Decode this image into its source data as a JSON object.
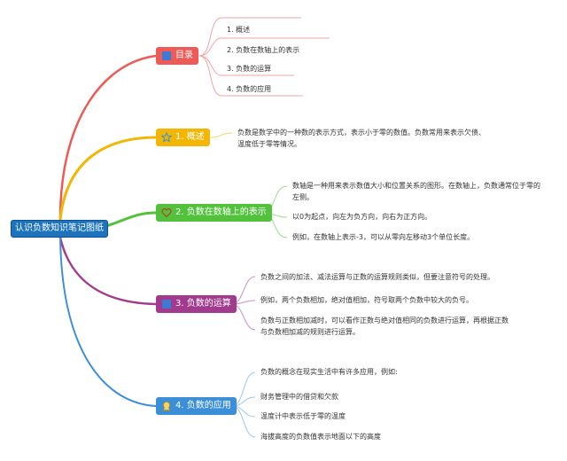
{
  "central": {
    "title": "认识负数知识笔记图纸"
  },
  "branches": [
    {
      "key": "toc",
      "title": "目录",
      "color": "#ee5a55",
      "icon": "square-icon",
      "leaves": [
        "1. 概述",
        "2. 负数在数轴上的表示",
        "3. 负数的运算",
        "4. 负数的应用"
      ]
    },
    {
      "key": "overview",
      "title": "1. 概述",
      "color": "#f2b705",
      "icon": "star-icon",
      "leaves": [
        "负数是数学中的一种数的表示方式，表示小于零的数值。负数常用来表示欠债、",
        "温度低于零等情况。"
      ]
    },
    {
      "key": "numberline",
      "title": "2. 负数在数轴上的表示",
      "color": "#52c23d",
      "icon": "heart-icon",
      "leaves": [
        "数轴是一种用来表示数值大小和位置关系的图形。在数轴上，负数通常位于零的",
        "左侧。",
        "以0为起点，向左为负方向，向右为正方向。",
        "例如，在数轴上表示-3，可以从零向左移动3个单位长度。"
      ]
    },
    {
      "key": "operations",
      "title": "3. 负数的运算",
      "color": "#a23b8e",
      "icon": "square-icon",
      "leaves": [
        "负数之间的加法、减法运算与正数的运算规则类似，但要注意符号的处理。",
        "例如，两个负数相加，绝对值相加，符号取两个负数中较大的负号。",
        "负数与正数相加减时，可以看作正数与绝对值相同的负数进行运算，再根据正数",
        "与负数相加减的规则进行运算。"
      ]
    },
    {
      "key": "applications",
      "title": "4. 负数的应用",
      "color": "#3b8fd9",
      "icon": "ribbon-icon",
      "leaves": [
        "负数的概念在现实生活中有许多应用，例如:",
        "财务管理中的借贷和欠款",
        "温度计中表示低于零的温度",
        "海拔高度的负数值表示地面以下的高度"
      ]
    }
  ],
  "colors": {
    "central": "#1e73be",
    "toc_icon": "#3b7bd6",
    "leaf_line": "#f4a3a3"
  }
}
